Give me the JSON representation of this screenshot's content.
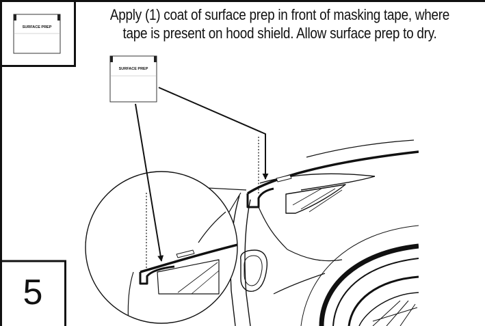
{
  "instruction": "Apply (1) coat of surface prep in front of masking tape, where tape is present on hood shield. Allow surface prep to dry.",
  "step_number": "5",
  "product_label": "SURFACE PREP",
  "icons": [
    "surface-prep-packet-icon"
  ]
}
